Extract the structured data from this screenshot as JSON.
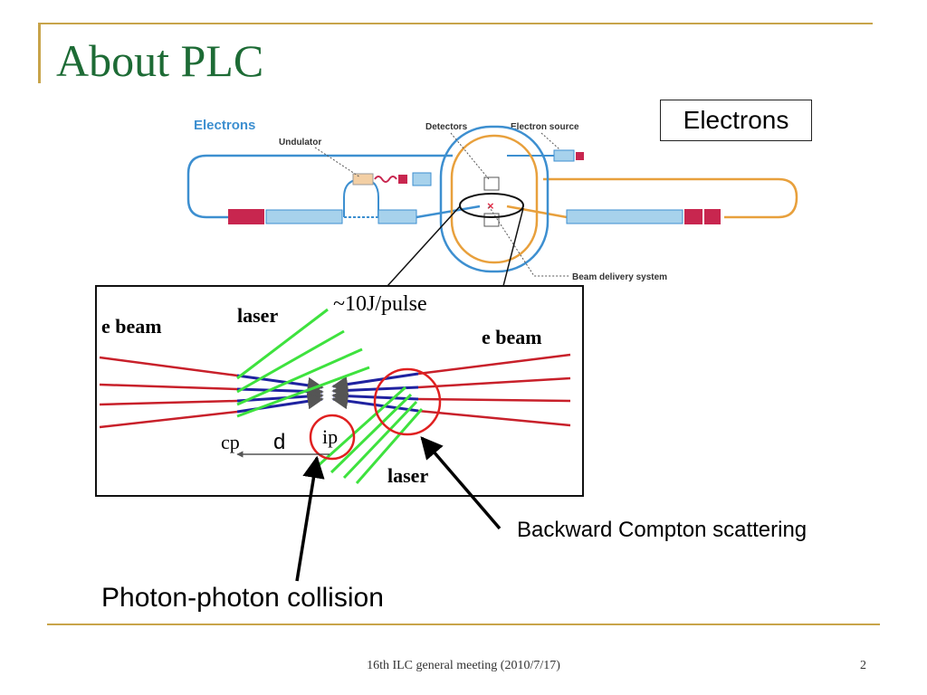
{
  "slide": {
    "title": "About PLC",
    "electrons_box": "Electrons",
    "footer": "16th ILC general meeting (2010/7/17)",
    "page_number": "2"
  },
  "schematic": {
    "electrons_heading": "Electrons",
    "undulator": "Undulator",
    "detectors": "Detectors",
    "electron_source": "Electron source",
    "beam_delivery": "Beam delivery system",
    "colors": {
      "electron_line": "#3d8fd0",
      "positron_line": "#e8a03c",
      "magnet": "#c8264f",
      "linac": "#a7d2ec"
    }
  },
  "inset": {
    "e_beam_left": "e beam",
    "e_beam_right": "e beam",
    "laser_top": "laser",
    "laser_bottom": "laser",
    "pulse": "~10J/pulse",
    "cp": "cp",
    "d": "d",
    "ip": "ip",
    "colors": {
      "beam": "#c8202a",
      "focus": "#1f22a0",
      "laser": "#3ee23e",
      "circle": "#e02020"
    }
  },
  "captions": {
    "backward_compton": "Backward Compton scattering",
    "photon_photon": "Photon-photon collision"
  }
}
